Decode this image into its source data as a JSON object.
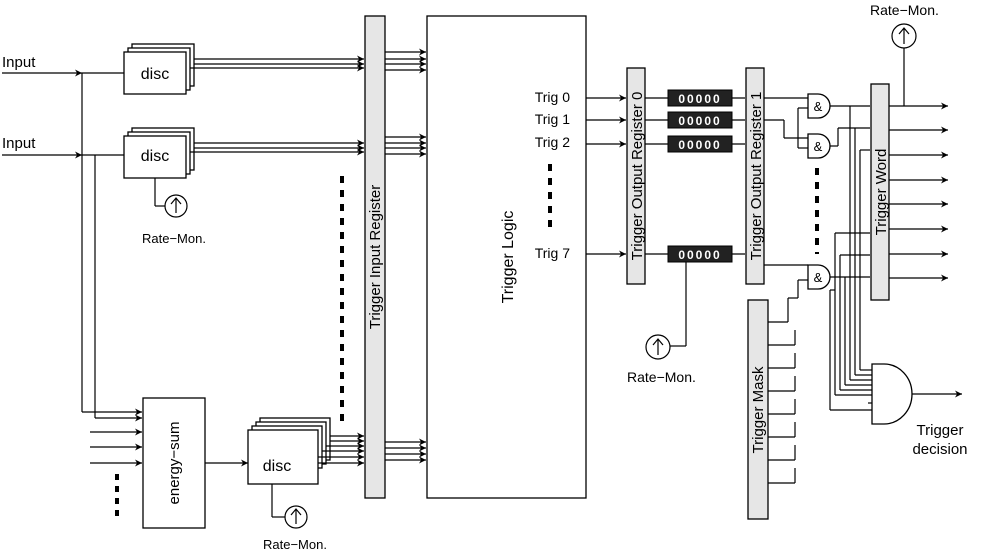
{
  "colors": {
    "line": "#000000",
    "register_fill": "#e6e6e6",
    "counter_fill": "#222222",
    "counter_text": "#ffffff",
    "background": "#ffffff"
  },
  "inputs": [
    "Input",
    "Input"
  ],
  "disc_label": "disc",
  "rate_mon_label": "Rate−Mon.",
  "energy_sum_label": "energy−sum",
  "trigger_input_register": "Trigger Input Register",
  "trigger_logic": "Trigger Logic",
  "trig_outputs": [
    "Trig 0",
    "Trig 1",
    "Trig 2",
    "Trig 7"
  ],
  "trigger_output_register_0": "Trigger Output Register 0",
  "trigger_output_register_1": "Trigger Output Register 1",
  "counter_value": "00000",
  "and_gate_symbol": "&",
  "trigger_word": "Trigger Word",
  "trigger_mask": "Trigger Mask",
  "trigger_decision": [
    "Trigger",
    "decision"
  ]
}
